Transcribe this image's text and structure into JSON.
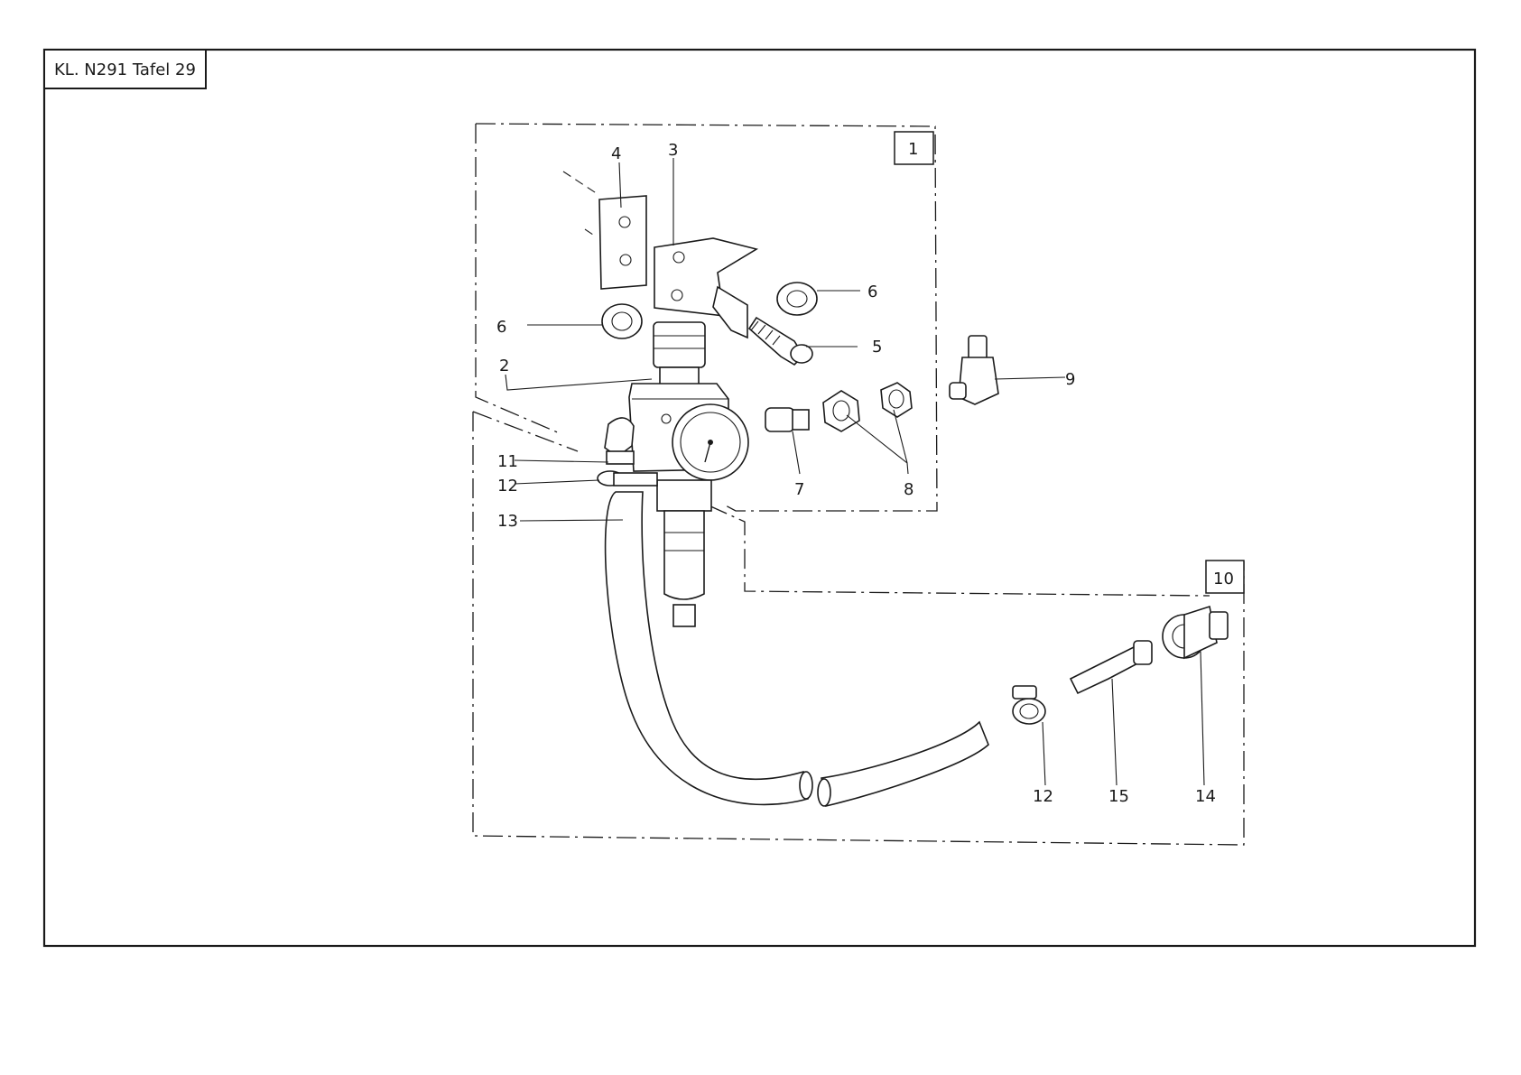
{
  "sheet": {
    "title": "KL. N291 Tafel 29"
  },
  "groups": [
    {
      "id": "group-1",
      "label": "1"
    },
    {
      "id": "group-10",
      "label": "10"
    }
  ],
  "callouts": [
    {
      "id": "c4",
      "label": "4"
    },
    {
      "id": "c3",
      "label": "3"
    },
    {
      "id": "c6a",
      "label": "6"
    },
    {
      "id": "c6b",
      "label": "6"
    },
    {
      "id": "c5",
      "label": "5"
    },
    {
      "id": "c2",
      "label": "2"
    },
    {
      "id": "c9",
      "label": "9"
    },
    {
      "id": "c11",
      "label": "11"
    },
    {
      "id": "c12a",
      "label": "12"
    },
    {
      "id": "c13",
      "label": "13"
    },
    {
      "id": "c7",
      "label": "7"
    },
    {
      "id": "c8",
      "label": "8"
    },
    {
      "id": "c12b",
      "label": "12"
    },
    {
      "id": "c15",
      "label": "15"
    },
    {
      "id": "c14",
      "label": "14"
    }
  ]
}
